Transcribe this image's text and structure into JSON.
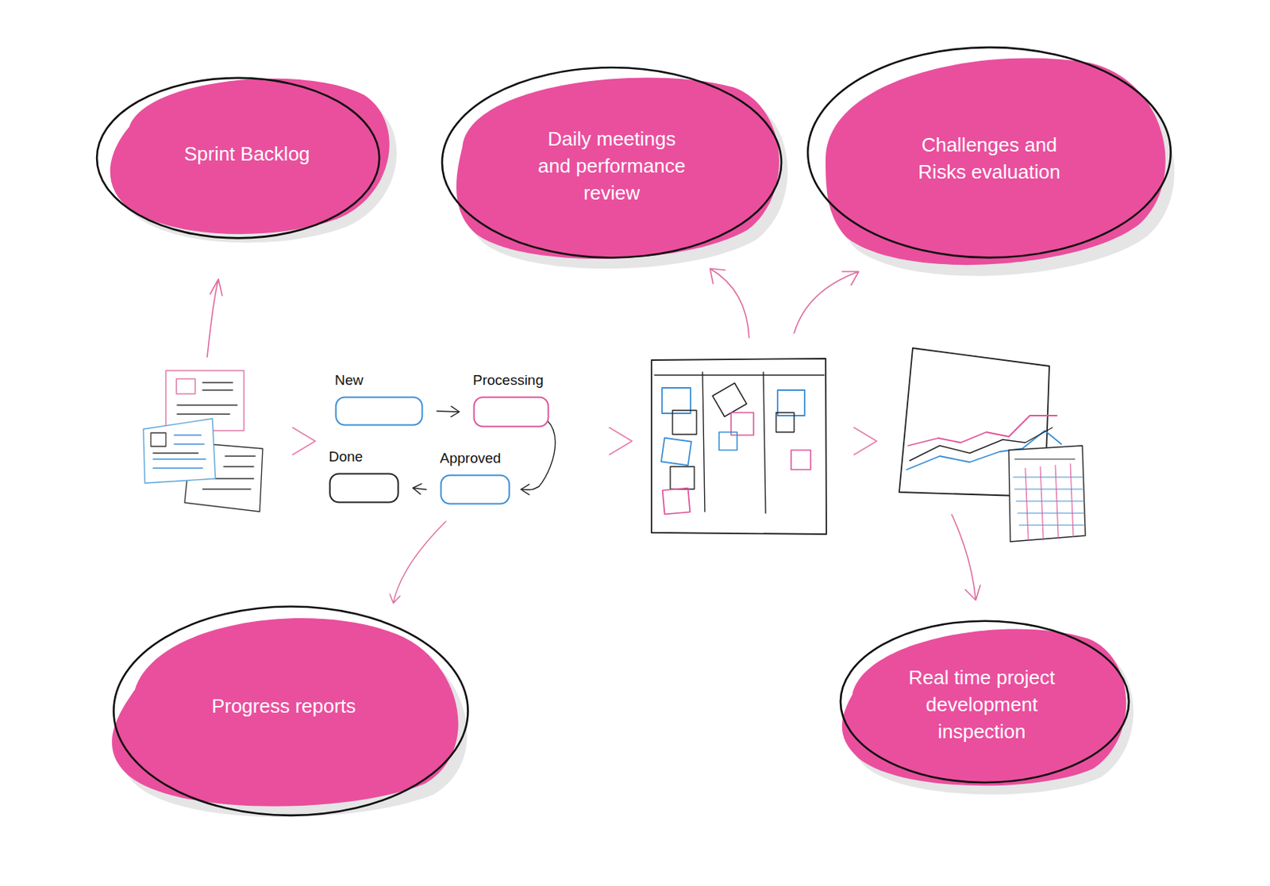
{
  "diagram": {
    "nodes": [
      {
        "text": [
          "Sprint Backlog"
        ]
      },
      {
        "text": [
          "Daily meetings and performance review"
        ]
      },
      {
        "text": [
          "Challenges and Risks evaluation"
        ]
      },
      {
        "text": [
          "New"
        ]
      },
      {
        "text": [
          "Processing"
        ]
      },
      {
        "text": [
          "Done"
        ]
      },
      {
        "text": [
          "Approved"
        ]
      },
      {
        "text": [
          "Progress reports"
        ]
      },
      {
        "text": [
          "Real time project development inspection"
        ]
      }
    ],
    "edges": [
      {
        "from": 3,
        "to": 4,
        "arrow": "to"
      },
      {
        "from": 4,
        "to": 6,
        "arrow": "to"
      },
      {
        "from": 6,
        "to": 5,
        "arrow": "to"
      },
      {
        "from": 6,
        "to": 7,
        "arrow": "to"
      }
    ]
  }
}
